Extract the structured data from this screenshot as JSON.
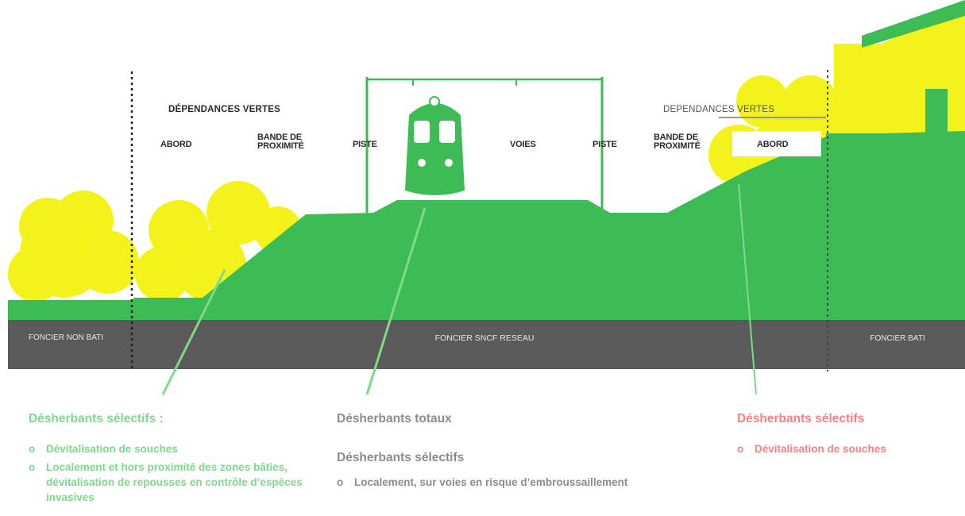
{
  "colors": {
    "embankment_green": "#3dbb54",
    "vegetation_yellow": "#f3f21a",
    "ground_band_grey": "#5a5a5a",
    "selective_green_text": "#7fd98a",
    "total_grey_text": "#8c8c8c",
    "selective_red_text": "#ff7f7f"
  },
  "zones": {
    "left_header": "DÉPENDANCES VERTES",
    "right_header": "DEPENDANCES VERTES",
    "left_abord": "ABORD",
    "left_bande": "BANDE DE PROXIMITÉ",
    "left_piste": "PISTE",
    "voies": "VOIES",
    "right_piste": "PISTE",
    "right_bande": "BANDE DE PROXIMITÉ",
    "right_abord": "ABORD"
  },
  "land": {
    "left": "FONCIER NON BATI",
    "center": "FONCIER SNCF RESEAU",
    "right": "FONCIER BATI"
  },
  "treatments": {
    "left": {
      "title": "Désherbants sélectifs :",
      "items": [
        "Dévitalisation de souches",
        "Localement et hors proximité des zones bâties, dévitalisation de repousses en contrôle d’espèces invasives"
      ]
    },
    "center": {
      "title1": "Désherbants totaux",
      "title2": "Désherbants sélectifs",
      "items": [
        "Localement, sur voies en risque d’embroussaillement"
      ]
    },
    "right": {
      "title": "Désherbants sélectifs",
      "items": [
        "Dévitalisation de souches"
      ]
    },
    "bullet": "o"
  }
}
